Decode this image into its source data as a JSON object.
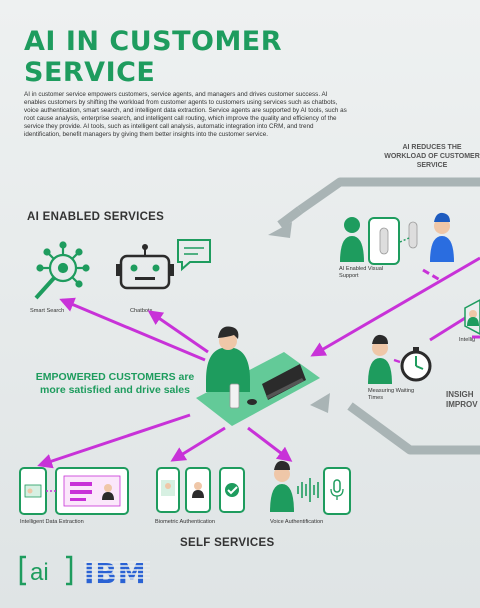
{
  "title_line1": "AI IN CUSTOMER",
  "title_line2": "SERVICE",
  "intro": "AI in customer service empowers customers, service agents, and managers and drives customer success. AI enables customers by shifting the workload from customer agents to customers using services such as chatbots, voice authentication, smart search, and intelligent data extraction. Service agents are supported by AI tools, such as root cause analysis, enterprise search, and intelligent call routing, which improve the quality and efficiency of the service they provide. AI tools, such as intelligent call analysis, automatic integration into CRM, and trend identification, benefit managers by giving them better insights into the customer service.",
  "reduces_heading": "AI REDUCES THE WORKLOAD OF CUSTOMER SERVICE",
  "ai_enabled_heading": "AI ENABLED SERVICES",
  "empowered": "EMPOWERED CUSTOMERS are more satisfied and drive sales",
  "self_services_heading": "SELF SERVICES",
  "insights_heading": "INSIGH IMPROV",
  "labels": {
    "smart_search": "Smart Search",
    "chatbots": "Chatbots",
    "visual_support": "AI Enabled Visual Support",
    "intelligent_partial": "Intellig",
    "waiting_times": "Measuring Waiting Times",
    "data_extraction": "Intelligent Data Extraction",
    "biometric": "Biometric Authentication",
    "voice_auth": "Voice Authentification"
  },
  "logos": {
    "ai": "[ai]",
    "ibm": "IBM"
  },
  "colors": {
    "green": "#1e9c5e",
    "magenta": "#c832d8",
    "frame": "#a9b4b5",
    "dark": "#2b2b2b",
    "skin": "#efc7a8"
  }
}
